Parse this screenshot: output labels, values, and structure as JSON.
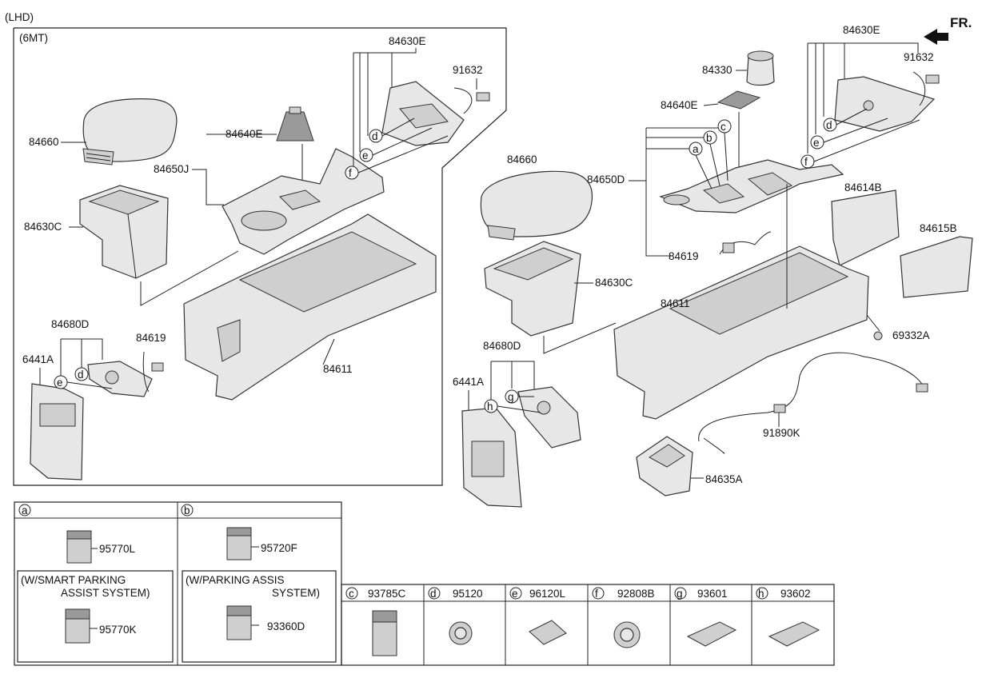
{
  "header": {
    "variant": "(LHD)",
    "sub_variant": "(6MT)",
    "direction": "FR."
  },
  "left_group": {
    "labels": {
      "armrest": "84660",
      "shift_boot": "84640E",
      "upper_cover": "84650J",
      "panel_set": "84630E",
      "bracket": "91632",
      "box": "84630C",
      "rear_panel_set": "84680D",
      "rear_cover": "6441A",
      "wire": "84619",
      "console": "84611"
    }
  },
  "right_group": {
    "labels": {
      "panel_set": "84630E",
      "cup": "84330",
      "bracket": "91632",
      "shift_cover": "84640E",
      "armrest": "84660",
      "upper_cover": "84650D",
      "side_trim_a": "84614B",
      "side_trim_b": "84615B",
      "wire": "84619",
      "box": "84630C",
      "console": "84611",
      "clip": "69332A",
      "rear_panel_set": "84680D",
      "rear_cover": "6441A",
      "harness": "91890K",
      "stand": "84635A"
    }
  },
  "callouts": {
    "a": "a",
    "b": "b",
    "c": "c",
    "d": "d",
    "e": "e",
    "f": "f",
    "g": "g",
    "h": "h"
  },
  "table": {
    "cell_a": {
      "letter": "a",
      "part": "95770L",
      "variant_title_1": "(W/SMART PARKING",
      "variant_title_2": "ASSIST SYSTEM)",
      "variant_part": "95770K"
    },
    "cell_b": {
      "letter": "b",
      "part": "95720F",
      "variant_title_1": "(W/PARKING ASSIS",
      "variant_title_2": "SYSTEM)",
      "variant_part": "93360D"
    },
    "row": [
      {
        "letter": "c",
        "part": "93785C"
      },
      {
        "letter": "d",
        "part": "95120"
      },
      {
        "letter": "e",
        "part": "96120L"
      },
      {
        "letter": "f",
        "part": "92808B"
      },
      {
        "letter": "g",
        "part": "93601"
      },
      {
        "letter": "h",
        "part": "93602"
      }
    ]
  }
}
